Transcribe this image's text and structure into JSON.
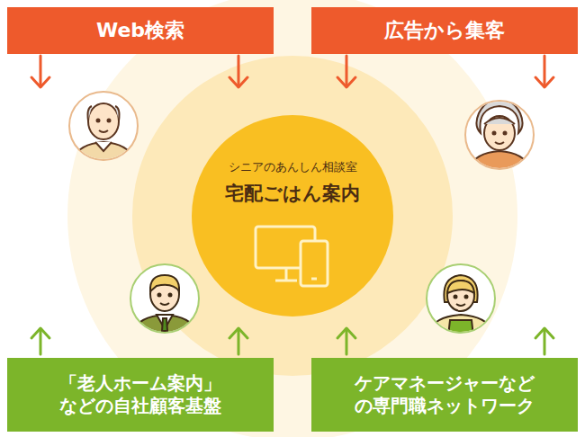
{
  "diagram": {
    "nodes": [
      {
        "text": [
          "Web検索"
        ]
      },
      {
        "text": [
          "広告から集客"
        ]
      },
      {
        "text": [
          "シニアのあんしん相談室",
          "宅配ごはん案内"
        ]
      },
      {
        "text": [
          "「老人ホーム案内」 などの自社顧客基盤"
        ]
      },
      {
        "text": [
          "ケアマネージャーなど の専門職ネットワーク"
        ]
      }
    ]
  }
}
